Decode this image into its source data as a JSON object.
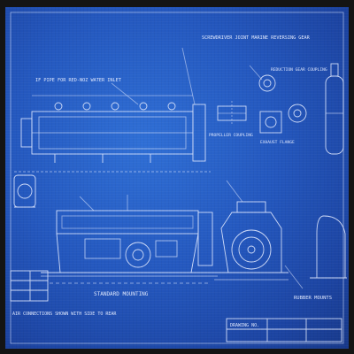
{
  "notes": {
    "top_left": "IF PIPE FOR RED-NOZ WATER INLET",
    "top_right": "SCREWDRIVER JOINT MARINE REVERSING GEAR",
    "bottom_center": "STANDARD MOUNTING",
    "bottom_right": "RUBBER MOUNTS",
    "bottom_left": "AIR CONNECTIONS SHOWN WITH SIDE TO REAR"
  },
  "views": {
    "propeller_coupling": "PROPELLER COUPLING",
    "reduction_gear": "REDUCTION GEAR COUPLING",
    "exhaust_flange": "EXHAUST FLANGE"
  },
  "title_block": {
    "label": "DRAWING NO."
  }
}
